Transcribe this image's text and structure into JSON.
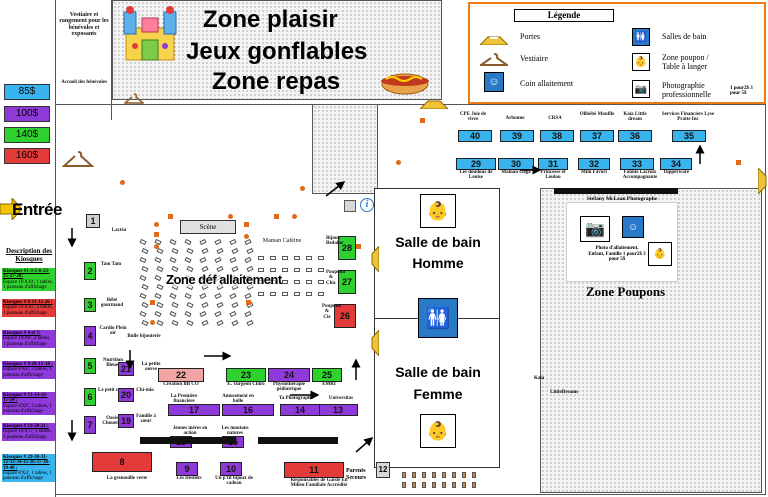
{
  "header": {
    "zone_plaisir": "Zone plaisir",
    "jeux_gonflables": "Jeux gonflables",
    "zone_repas": "Zone repas"
  },
  "vestiaire_note": "Vestiaire et rangement pour les bénévoles et exposants",
  "accueil_note": "Accueil des bénévoles",
  "prices": [
    "85$",
    "100$",
    "140$",
    "160$"
  ],
  "price_colors": [
    "#3ab4ee",
    "#8e3ad8",
    "#2ed12e",
    "#e33a3a"
  ],
  "entree": "Entrée",
  "legend": {
    "title": "Légende",
    "portes": "Portes",
    "vestiaire": "Vestiaire",
    "coin_allaitement": "Coin allaitement",
    "salles_de_bain": "Salles de bain",
    "zone_poupon": "Zone poupon / Table à langer",
    "photographie": "Photographie professionnelle",
    "photo_price": "1 pour2$ 3 pour 5$"
  },
  "description": {
    "title": "Description des Kiosques",
    "items": [
      {
        "title": "Kiosques #1-3-5-6-23-25-27-28:",
        "text": "Espace 10'X10', 1 tables, 1 panneau d'affichage",
        "color": "#2ed12e"
      },
      {
        "title": "Kiosques # 8-11-12-26 :",
        "text": "Espace 10'X16', 4 tables, 1 panneau d'affichage",
        "color": "#e33a3a"
      },
      {
        "title": "Kiosques # 4 et 7:",
        "text": "Espace 10'X8', 2 tables, 1 panneau d'affichage",
        "color": "#8e3ad8"
      },
      {
        "title": "Kiosques # 9-10-15-18 :",
        "text": "Espace 8'X8', 2 tables, 1 panneau d'affichage",
        "color": "#8e3ad8"
      },
      {
        "title": "Kiosques # 13-14-16-17-24 :",
        "text": "Espace 8'X8', 2 tables, 1 panneau d'affichage",
        "color": "#8e3ad8"
      },
      {
        "title": "Kiosques # 19-20-21 :",
        "text": "Espace 10'X 5', 1 tables, 1 panneau d'affichage",
        "color": "#8e3ad8"
      },
      {
        "title": "Kiosques # 29-30-31-32-33-34-35-36-37-38-39-40 :",
        "text": "Espace 8'X4', 1 tables, 1 panneau d'affichage",
        "color": "#3ab4ee"
      }
    ]
  },
  "areas": {
    "scene": "Scène",
    "zone_allaitement": "Zone déf allaitement",
    "salle_homme_1": "Salle de bain",
    "salle_homme_2": "Homme",
    "salle_femme_1": "Salle de bain",
    "salle_femme_2": "Femme",
    "zone_poupons": "Zone Poupons",
    "parents_secours": "Parents Secours",
    "parents_num": "12",
    "photo_booth_title": "Stéfany McLean Photographe",
    "photo_booth_text": "Photo d'allaitement, Enfant, Famille 1 pour2$ 3 pour 5$",
    "kaia": "Kaia",
    "littledreams": "LittleDreams"
  },
  "booths": [
    {
      "num": "1",
      "label": "Lactéa"
    },
    {
      "num": "2",
      "label": "Tam Tam"
    },
    {
      "num": "3",
      "label": "Bébé gourmand"
    },
    {
      "num": "4",
      "label": "Cardio Plein air"
    },
    {
      "num": "5",
      "label": "Nutrition Bleuet"
    },
    {
      "num": "6",
      "label": "Le petit cocon"
    },
    {
      "num": "7",
      "label": "Oasis Chouette"
    },
    {
      "num": "8",
      "label": "La grenouille verte"
    },
    {
      "num": "9",
      "label": "Les Désilets"
    },
    {
      "num": "10",
      "label": "Un p'tit bijoux de cadeau"
    },
    {
      "num": "11",
      "label": "Responsables de Garde En Milieu Familiale Accrédité"
    },
    {
      "num": "13",
      "label": "Universitas"
    },
    {
      "num": "14",
      "label": "Ta Photographe"
    },
    {
      "num": "15",
      "label": "Les moutons natures"
    },
    {
      "num": "16",
      "label": "Amusement en bulle"
    },
    {
      "num": "17",
      "label": "La Première financière"
    },
    {
      "num": "18",
      "label": "Jeunes mères en action"
    },
    {
      "num": "19",
      "label": "Famille à cœur"
    },
    {
      "num": "20",
      "label": "Chi-mio"
    },
    {
      "num": "21",
      "label": "La petite ourse"
    },
    {
      "num": "22",
      "label": "Création BB CO"
    },
    {
      "num": "23",
      "label": "E. Turgeon Chiro"
    },
    {
      "num": "24",
      "label": "Physiothérapie pédiatrique"
    },
    {
      "num": "25",
      "label": "EMRI"
    },
    {
      "num": "26",
      "label": "Pouponn & Cie"
    },
    {
      "num": "27",
      "label": "Pouponn & Chic"
    },
    {
      "num": "28",
      "label": "Bijoux Bedaine"
    },
    {
      "num": "29",
      "label": "Les doudous de Louise"
    },
    {
      "num": "30",
      "label": "Maman Gaga"
    },
    {
      "num": "31",
      "label": "Princesse et Loulou"
    },
    {
      "num": "32",
      "label": "Mini Favori"
    },
    {
      "num": "33",
      "label": "Fannie Lacroix Accompagnante"
    },
    {
      "num": "34",
      "label": "Tupperware"
    },
    {
      "num": "35",
      "label": "Services Financiers Lyse Pratte Inc"
    },
    {
      "num": "36",
      "label": "Kaia Little dream"
    },
    {
      "num": "37",
      "label": "Olibébé Mouflle"
    },
    {
      "num": "38",
      "label": "CRSA"
    },
    {
      "num": "39",
      "label": "Arbonne"
    },
    {
      "num": "40",
      "label": "CPE Joie de vivre"
    }
  ],
  "maman_cafeine": "Maman Caféine",
  "baby_bijouterie": "Bulle bijouterie"
}
